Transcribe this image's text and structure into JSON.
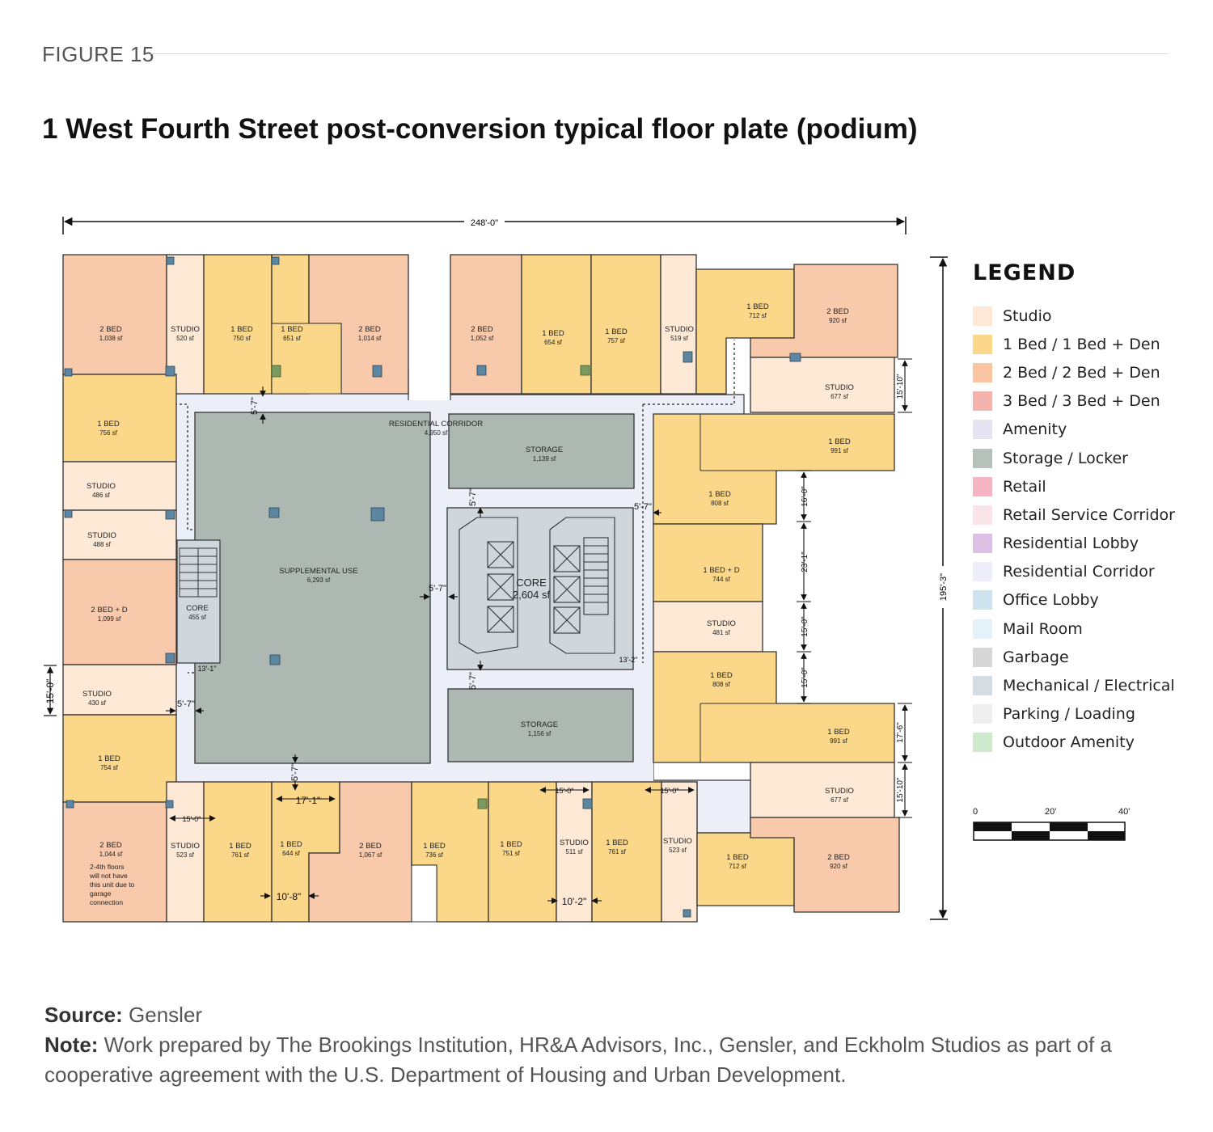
{
  "figure_label": "FIGURE 15",
  "title": "1 West Fourth Street post-conversion typical floor plate (podium)",
  "dimensions": {
    "width": "248'-0\"",
    "height": "195'-3\""
  },
  "colors": {
    "studio": "#fde9d6",
    "one_bed": "#fbd789",
    "two_bed": "#f8c9ab",
    "storage": "#aeb8b2",
    "core": "#cfd7dc",
    "corridor": "#eceef8"
  },
  "rooms": {
    "r01": {
      "name": "2 BED",
      "area": "1,038 sf"
    },
    "r02": {
      "name": "STUDIO",
      "area": "520 sf"
    },
    "r03": {
      "name": "1 BED",
      "area": "750 sf"
    },
    "r04": {
      "name": "1 BED",
      "area": "651 sf"
    },
    "r05": {
      "name": "2 BED",
      "area": "1,014 sf"
    },
    "r06": {
      "name": "2 BED",
      "area": "1,052 sf"
    },
    "r07": {
      "name": "1 BED",
      "area": "654 sf"
    },
    "r08": {
      "name": "1 BED",
      "area": "757 sf"
    },
    "r09": {
      "name": "STUDIO",
      "area": "519 sf"
    },
    "r10": {
      "name": "1 BED",
      "area": "712 sf"
    },
    "r11": {
      "name": "2 BED",
      "area": "920 sf"
    },
    "r12": {
      "name": "1 BED",
      "area": "756 sf"
    },
    "r13": {
      "name": "STUDIO",
      "area": "677 sf"
    },
    "r14": {
      "name": "STUDIO",
      "area": "486 sf"
    },
    "r15": {
      "name": "1 BED",
      "area": "991 sf"
    },
    "r16": {
      "name": "STUDIO",
      "area": "488 sf"
    },
    "r17": {
      "name": "1 BED",
      "area": "808 sf"
    },
    "r18": {
      "name": "2 BED + D",
      "area": "1,099 sf"
    },
    "r19": {
      "name": "1 BED + D",
      "area": "744 sf"
    },
    "r20": {
      "name": "STUDIO",
      "area": "481 sf"
    },
    "r21": {
      "name": "STUDIO",
      "area": "430 sf"
    },
    "r22": {
      "name": "1 BED",
      "area": "808 sf"
    },
    "r23": {
      "name": "1 BED",
      "area": "991 sf"
    },
    "r24": {
      "name": "1 BED",
      "area": "754 sf"
    },
    "r25": {
      "name": "STUDIO",
      "area": "677 sf"
    },
    "r26": {
      "name": "2 BED",
      "area": "1,044 sf"
    },
    "r27": {
      "name": "STUDIO",
      "area": "523 sf"
    },
    "r28": {
      "name": "1 BED",
      "area": "761 sf"
    },
    "r29": {
      "name": "1 BED",
      "area": "644 sf"
    },
    "r30": {
      "name": "2 BED",
      "area": "1,067 sf"
    },
    "r31": {
      "name": "1 BED",
      "area": "736 sf"
    },
    "r32": {
      "name": "1 BED",
      "area": "751 sf"
    },
    "r33": {
      "name": "STUDIO",
      "area": "511 sf"
    },
    "r34": {
      "name": "1 BED",
      "area": "761 sf"
    },
    "r35": {
      "name": "STUDIO",
      "area": "523 sf"
    },
    "r36": {
      "name": "1 BED",
      "area": "712 sf"
    },
    "r37": {
      "name": "2 BED",
      "area": "920 sf"
    },
    "supplemental": {
      "name": "SUPPLEMENTAL USE",
      "area": "6,293 sf"
    },
    "corridor": {
      "name": "RESIDENTIAL CORRIDOR",
      "area": "4,950 sf"
    },
    "storage_top": {
      "name": "STORAGE",
      "area": "1,139 sf"
    },
    "storage_bottom": {
      "name": "STORAGE",
      "area": "1,156 sf"
    },
    "core_main": {
      "name": "CORE",
      "area": "2,604 sf"
    },
    "core_small": {
      "name": "CORE",
      "area": "455 sf"
    }
  },
  "unit_note": [
    "2-4th floors",
    "will not have",
    "this unit due to",
    "garage",
    "connection"
  ],
  "dims": {
    "d_5_7": "5'-7\"",
    "d_15_0": "15'-0\"",
    "d_15_10": "15'-10\"",
    "d_16_0": "16'-0\"",
    "d_23_1": "23'-1\"",
    "d_17_6": "17'-6\"",
    "d_17_1": "17'-1\"",
    "d_10_8": "10'-8\"",
    "d_10_2": "10'-2\"",
    "d_13_1": "13'-1\"",
    "d_13_2": "13'-2\""
  },
  "legend": {
    "title": "LEGEND",
    "items": [
      {
        "label": "Studio",
        "color": "#fde9d6"
      },
      {
        "label": "1 Bed / 1 Bed + Den",
        "color": "#fbd789"
      },
      {
        "label": "2 Bed / 2 Bed + Den",
        "color": "#f8c4a2"
      },
      {
        "label": "3 Bed / 3 Bed + Den",
        "color": "#f5b3ad"
      },
      {
        "label": "Amenity",
        "color": "#e6e4f2"
      },
      {
        "label": "Storage / Locker",
        "color": "#b7c1bb"
      },
      {
        "label": "Retail",
        "color": "#f4b4c2"
      },
      {
        "label": "Retail Service Corridor",
        "color": "#fbe3ea"
      },
      {
        "label": "Residential Lobby",
        "color": "#dcc0e2"
      },
      {
        "label": "Residential Corridor",
        "color": "#eeeefa"
      },
      {
        "label": "Office Lobby",
        "color": "#cfe3ef"
      },
      {
        "label": "Mail Room",
        "color": "#e4f1f8"
      },
      {
        "label": "Garbage",
        "color": "#d6d6d6"
      },
      {
        "label": "Mechanical / Electrical",
        "color": "#d5dde2"
      },
      {
        "label": "Parking / Loading",
        "color": "#eeeeee"
      },
      {
        "label": "Outdoor Amenity",
        "color": "#cfe9cf"
      }
    ]
  },
  "scale": {
    "ticks": [
      "0",
      "20'",
      "40'"
    ]
  },
  "footer": {
    "source_label": "Source:",
    "source_text": " Gensler",
    "note_label": "Note:",
    "note_text": " Work prepared by The Brookings Institution, HR&A Advisors, Inc., Gensler, and Eckholm Studios as part of a cooperative agreement with the U.S. Department of Housing and Urban Development."
  }
}
